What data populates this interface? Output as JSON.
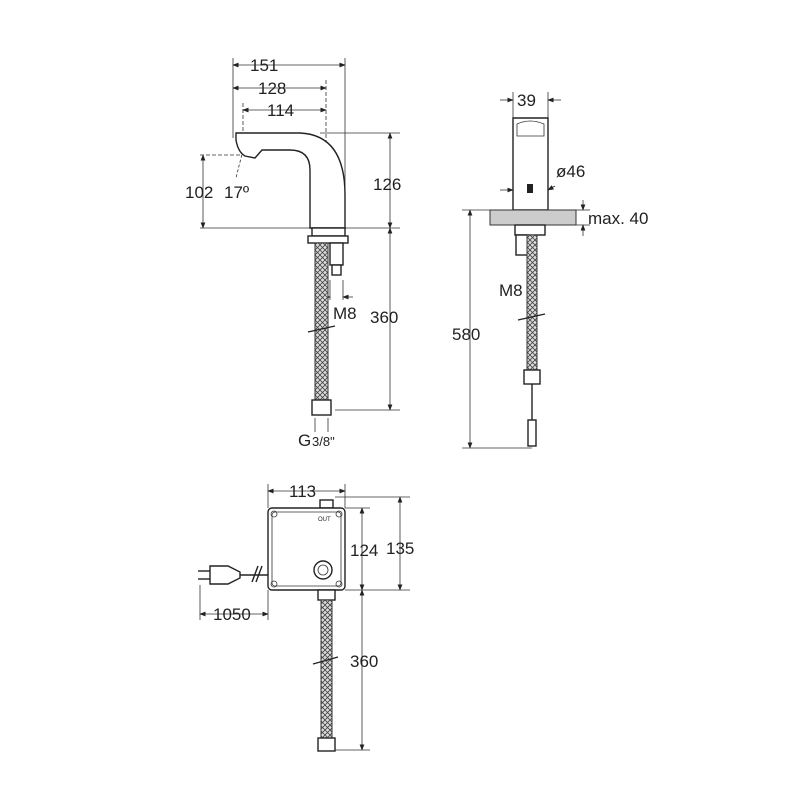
{
  "side_view": {
    "width_total": "151",
    "width_mid": "128",
    "width_spout": "114",
    "height_body": "126",
    "spout_height": "102",
    "spout_angle": "17º",
    "thread": "M8",
    "hose_length": "360",
    "hose_connection": "G",
    "hose_connection_fraction": "3/8\""
  },
  "front_view": {
    "width": "39",
    "diameter": "ø46",
    "max_thickness": "max. 40",
    "thread": "M8",
    "total_length": "580"
  },
  "control_box": {
    "width": "113",
    "height_body": "124",
    "height_total": "135",
    "cable_length": "1050",
    "hose_length": "360",
    "out_label": "OUT"
  }
}
